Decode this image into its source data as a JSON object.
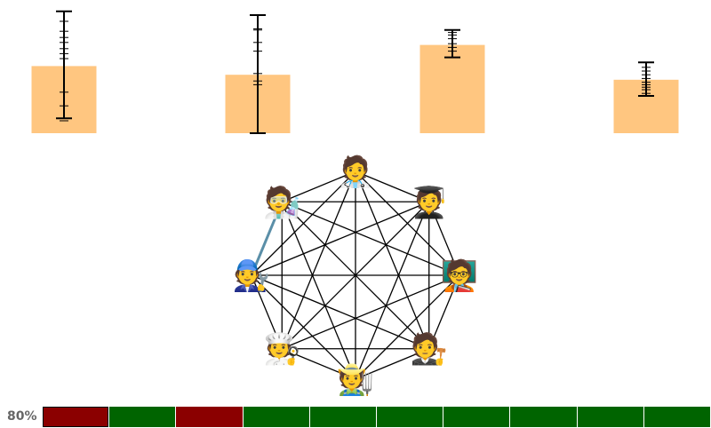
{
  "bar_panel": {
    "bar_color": "#ffc680",
    "errorbar_color": "#000000",
    "bars": [
      {
        "value": 0.54,
        "whisker_low": 0.12,
        "whisker_high": 0.98,
        "minor_ticks": [
          0.1,
          0.22,
          0.33,
          0.6,
          0.64,
          0.68,
          0.73,
          0.77,
          0.82,
          0.9
        ]
      },
      {
        "value": 0.47,
        "whisker_low": 0.0,
        "whisker_high": 0.95,
        "minor_ticks": [
          0.39,
          0.42,
          0.48,
          0.66,
          0.73,
          0.83,
          0.84
        ]
      },
      {
        "value": 0.71,
        "whisker_low": 0.61,
        "whisker_high": 0.83,
        "minor_ticks": [
          0.66,
          0.69,
          0.72,
          0.76,
          0.79,
          0.81
        ]
      },
      {
        "value": 0.43,
        "whisker_low": 0.3,
        "whisker_high": 0.57,
        "minor_ticks": [
          0.32,
          0.35,
          0.37,
          0.39,
          0.41,
          0.44,
          0.47,
          0.5,
          0.53
        ]
      }
    ]
  },
  "graph_panel": {
    "nodes": [
      {
        "emoji": "🧑‍⚕️",
        "icon": "health-worker-icon"
      },
      {
        "emoji": "🧑‍🎓",
        "icon": "student-icon"
      },
      {
        "emoji": "🧑‍🏫",
        "icon": "teacher-icon"
      },
      {
        "emoji": "🧑‍⚖️",
        "icon": "judge-icon"
      },
      {
        "emoji": "🧑‍🌾",
        "icon": "farmer-icon"
      },
      {
        "emoji": "🧑‍🍳",
        "icon": "cook-icon"
      },
      {
        "emoji": "🧑‍🔧",
        "icon": "mechanic-icon"
      },
      {
        "emoji": "🧑‍🔬",
        "icon": "scientist-icon"
      }
    ],
    "edge_color": "#000000",
    "highlight_edge": {
      "from": 6,
      "to": 7,
      "color": "#5b8fa8"
    }
  },
  "progress": {
    "label": "80%",
    "value": 0.8,
    "cells": [
      "bad",
      "good",
      "bad",
      "good",
      "good",
      "good",
      "good",
      "good",
      "good",
      "good"
    ],
    "good_color": "#006400",
    "bad_color": "#8b0000"
  }
}
